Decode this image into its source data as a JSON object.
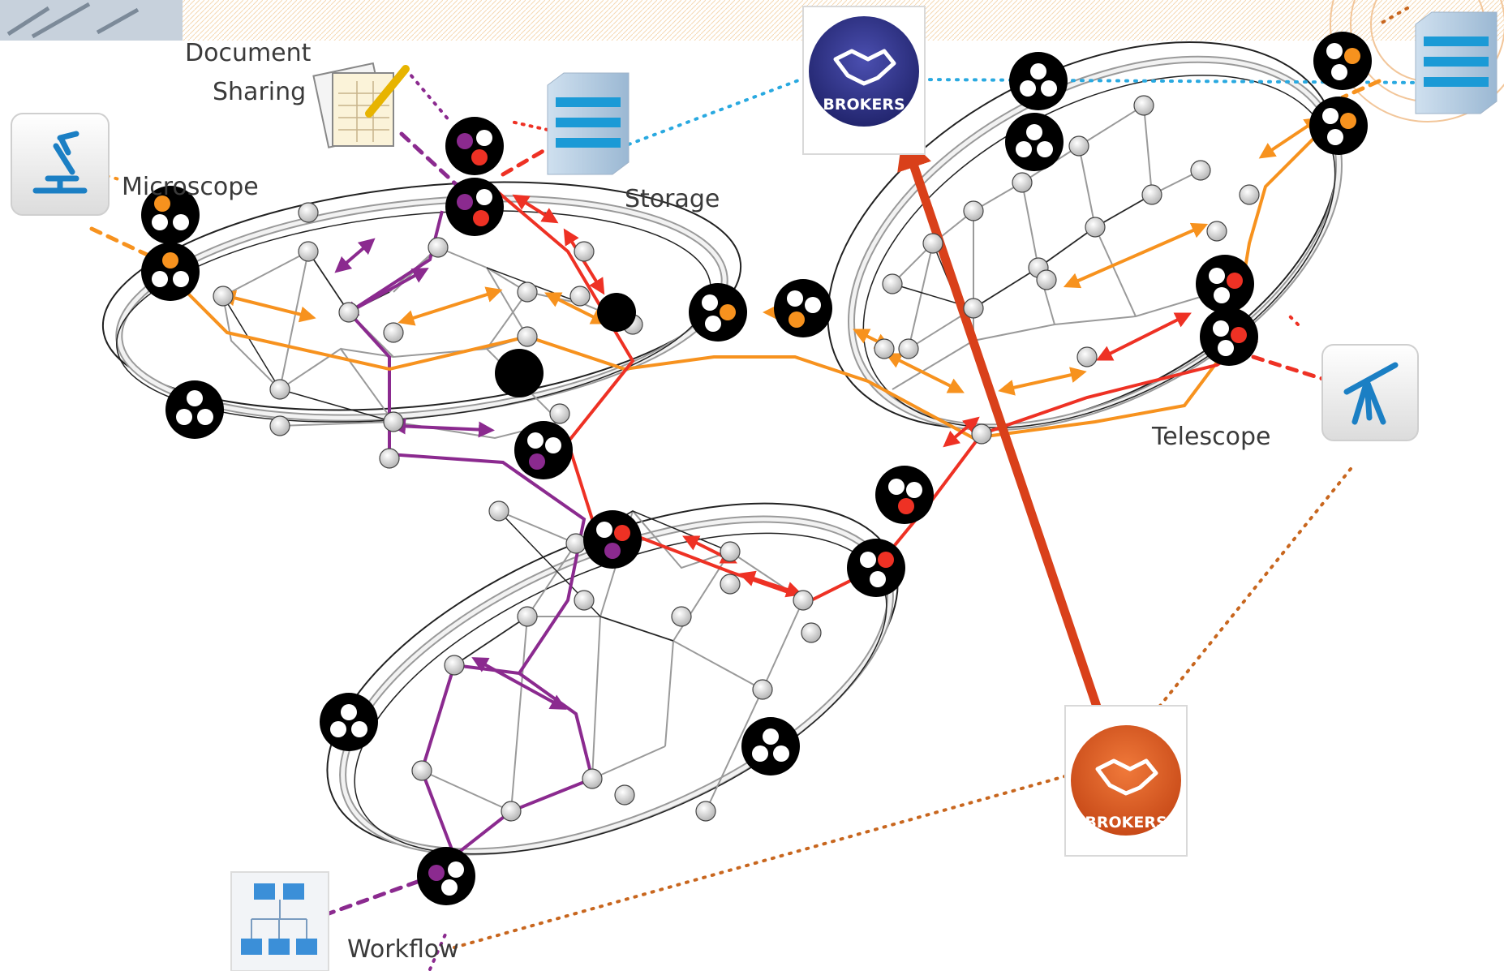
{
  "labels": {
    "document_sharing_line1": "Document",
    "document_sharing_line2": "Sharing",
    "microscope": "Microscope",
    "storage": "Storage",
    "telescope": "Telescope",
    "workflow": "Workflow"
  },
  "brokers": {
    "top_text": "BROKERS",
    "bottom_text": "BROKERS"
  },
  "colors": {
    "orange_flow": "#f7921e",
    "red_flow": "#ee3124",
    "purple_flow": "#8b2a8f",
    "blue_dotted": "#29a9e0",
    "brown_dotted": "#c8661e",
    "broker_top": "#2e3192",
    "broker_bottom": "#e0612a",
    "big_arrow": "#d9401a"
  },
  "icons": [
    "document-sharing-icon",
    "storage-icon",
    "microscope-icon",
    "telescope-icon",
    "workflow-icon",
    "broker-icon"
  ]
}
